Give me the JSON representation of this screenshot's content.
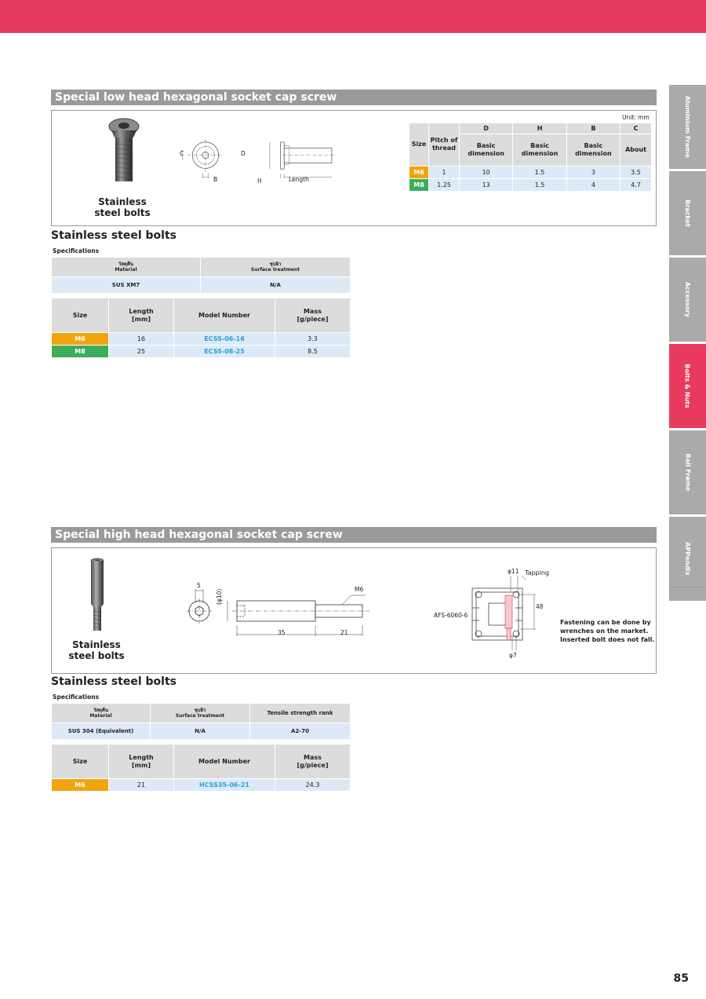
{
  "side_tabs": [
    {
      "label": "Aluminium Frame",
      "active": false
    },
    {
      "label": "Bracket",
      "active": false
    },
    {
      "label": "Accessory",
      "active": false
    },
    {
      "label": "Bolts & Nuts",
      "active": true
    },
    {
      "label": "Rail Frame",
      "active": false
    },
    {
      "label": "APPendix",
      "active": false
    }
  ],
  "page_number": "85",
  "colors": {
    "accent": "#e83a5c",
    "m6": "#f2a40e",
    "m8": "#3aae5a",
    "model_link": "#22a4d8"
  },
  "section1": {
    "title": "Special low head hexagonal socket cap screw",
    "photo_caption": "Stainless\nsteel bolts",
    "drawing_labels": {
      "c": "C",
      "b": "B",
      "d": "D",
      "h": "H",
      "length": "Length"
    },
    "dim_table": {
      "unit": "Unit: mm",
      "headers": {
        "size": "Size",
        "pitch": "Pitch of\nthread",
        "d": "D",
        "h": "H",
        "b": "B",
        "c": "C",
        "basic": "Basic\ndimension",
        "about": "About"
      },
      "rows": [
        {
          "size": "M6",
          "pitch": "1",
          "d": "10",
          "h": "1.5",
          "b": "3",
          "c": "3.5"
        },
        {
          "size": "M8",
          "pitch": "1.25",
          "d": "13",
          "h": "1.5",
          "b": "4",
          "c": "4.7"
        }
      ]
    },
    "subheading": "Stainless steel bolts",
    "spec_label": "Specifications",
    "spec_table": {
      "headers": {
        "material_th": "วัสดุคืน",
        "material": "Material",
        "surface_th": "ชุบผิว",
        "surface": "Surface treatment"
      },
      "row": {
        "material": "SUS XM7",
        "surface": "N/A"
      }
    },
    "product_table": {
      "headers": {
        "size": "Size",
        "length": "Length\n[mm]",
        "model": "Model Number",
        "mass": "Mass\n[g/piece]"
      },
      "rows": [
        {
          "size": "M6",
          "length": "16",
          "model": "ECSS-06-16",
          "mass": "3.3"
        },
        {
          "size": "M8",
          "length": "25",
          "model": "ECSS-08-25",
          "mass": "8.5"
        }
      ]
    }
  },
  "section2": {
    "title": "Special high head hexagonal socket cap screw",
    "photo_caption": "Stainless\nsteel bolts",
    "drawing_labels": {
      "five": "5",
      "phi10": "(φ10)",
      "m6": "M6",
      "len35": "35",
      "len21": "21"
    },
    "profile_labels": {
      "profile": "AFS-6060-6",
      "phi11": "φ11",
      "tapping": "Tapping",
      "dim48": "48",
      "phi7": "φ7"
    },
    "note": "Fastening can be done by\nwrenches on the market.\nInserted bolt does not fall.",
    "subheading": "Stainless steel bolts",
    "spec_label": "Specifications",
    "spec_table": {
      "headers": {
        "material_th": "วัสดุคืน",
        "material": "Material",
        "surface_th": "ชุบผิว",
        "surface": "Surface treatment",
        "tensile": "Tensile strength rank"
      },
      "row": {
        "material": "SUS 304 (Equivalent)",
        "surface": "N/A",
        "tensile": "A2-70"
      }
    },
    "product_table": {
      "headers": {
        "size": "Size",
        "length": "Length\n[mm]",
        "model": "Model Number",
        "mass": "Mass\n[g/piece]"
      },
      "rows": [
        {
          "size": "M6",
          "length": "21",
          "model": "HCSS35-06-21",
          "mass": "24.3"
        }
      ]
    }
  }
}
